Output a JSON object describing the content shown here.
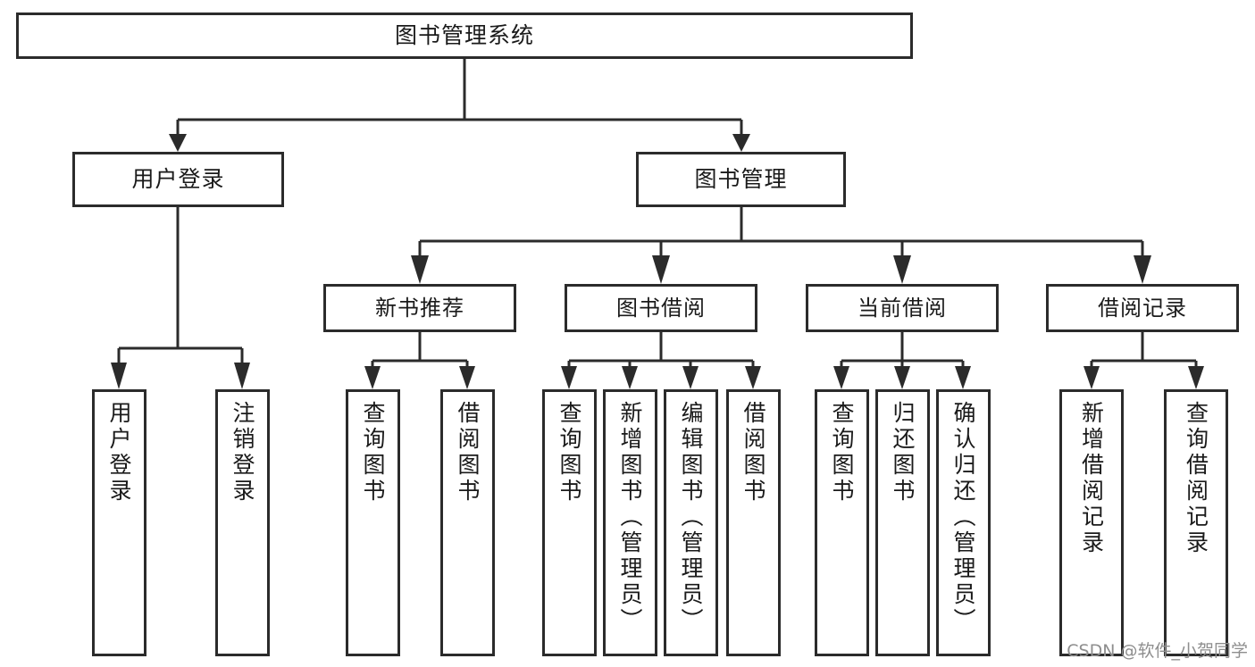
{
  "diagram": {
    "title": "图书管理系统",
    "type": "tree-hierarchy",
    "orientation": "top-down",
    "colors": {
      "stroke": "#2b2b2b",
      "fill": "#ffffff",
      "text": "#1a1a1a",
      "watermark": "#8e8e8e"
    },
    "root": {
      "label": "图书管理系统"
    },
    "level2": [
      {
        "label": "用户登录"
      },
      {
        "label": "图书管理"
      }
    ],
    "level3": [
      {
        "label": "新书推荐"
      },
      {
        "label": "图书借阅"
      },
      {
        "label": "当前借阅"
      },
      {
        "label": "借阅记录"
      }
    ],
    "leaves": {
      "user_login": [
        {
          "label": "用户登录"
        },
        {
          "label": "注销登录"
        }
      ],
      "new_book_recommend": [
        {
          "label": "查询图书"
        },
        {
          "label": "借阅图书"
        }
      ],
      "book_borrow": [
        {
          "label": "查询图书"
        },
        {
          "label": "新增图书（管理员）"
        },
        {
          "label": "编辑图书（管理员）"
        },
        {
          "label": "借阅图书"
        }
      ],
      "current_borrow": [
        {
          "label": "查询图书"
        },
        {
          "label": "归还图书"
        },
        {
          "label": "确认归还（管理员）"
        }
      ],
      "borrow_record": [
        {
          "label": "新增借阅记录"
        },
        {
          "label": "查询借阅记录"
        }
      ]
    }
  },
  "watermark": {
    "text": "CSDN @软件_小贺同学"
  }
}
